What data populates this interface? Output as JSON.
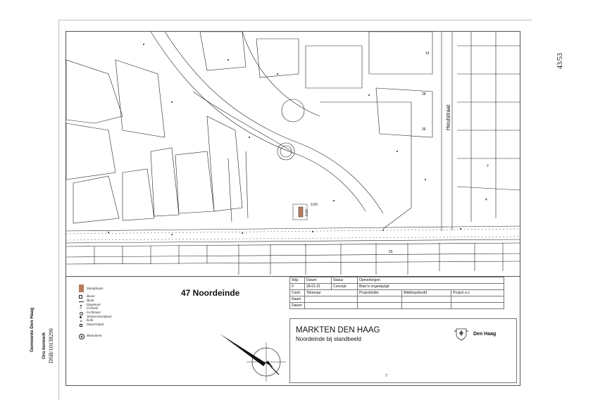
{
  "page_number": "43/53",
  "side": {
    "org": "Gemeente Den Haag",
    "ref_label": "Ons kenmerk",
    "ref_value": "DSB/10138290"
  },
  "map": {
    "street_label": "Heulstraat",
    "marker_dims": [
      "3.60",
      "3.60"
    ],
    "building_numbers": [
      "14",
      "28",
      "36",
      "55",
      "4",
      "2"
    ]
  },
  "legend": {
    "colors": {
      "standplaats": "#b87a5a"
    },
    "items": [
      {
        "label": "Standplaats",
        "icon": "colored-box"
      },
      {
        "label": "Boom",
        "icon": "square-dot-icon"
      },
      {
        "label": "Baak",
        "icon": "line-icon"
      },
      {
        "label": "Hagenaar",
        "icon": "dot-icon"
      },
      {
        "label": "Fietsrek",
        "icon": "x-icon"
      },
      {
        "label": "Lichtmast",
        "icon": "circle-dot-icon"
      },
      {
        "label": "Verkeersbordpaal",
        "icon": "filled-dot-icon"
      },
      {
        "label": "Kolk",
        "icon": "small-dot-icon"
      },
      {
        "label": "Inspectieput",
        "icon": "small-square-icon"
      },
      {
        "label": "Monument",
        "icon": "monument-icon"
      }
    ]
  },
  "drawing_title": "47 Noordeinde",
  "revision_table": {
    "headers": [
      "Wijz.",
      "Datum",
      "Status",
      "Opmerkingen"
    ],
    "row": [
      "0",
      "28-01-21",
      "Concept",
      "Blad is ongewijzigd"
    ],
    "roles": [
      "Contr.",
      "Tekenaar",
      "Projectleider",
      "Afdelingshoofd",
      "Project e.v."
    ],
    "extra_rows": [
      "Naam",
      "Datum"
    ]
  },
  "title_block": {
    "title": "MARKTEN DEN HAAG",
    "subtitle": "Noordeinde bij standbeeld",
    "logo_text": "Den Haag",
    "sheet": "7"
  }
}
